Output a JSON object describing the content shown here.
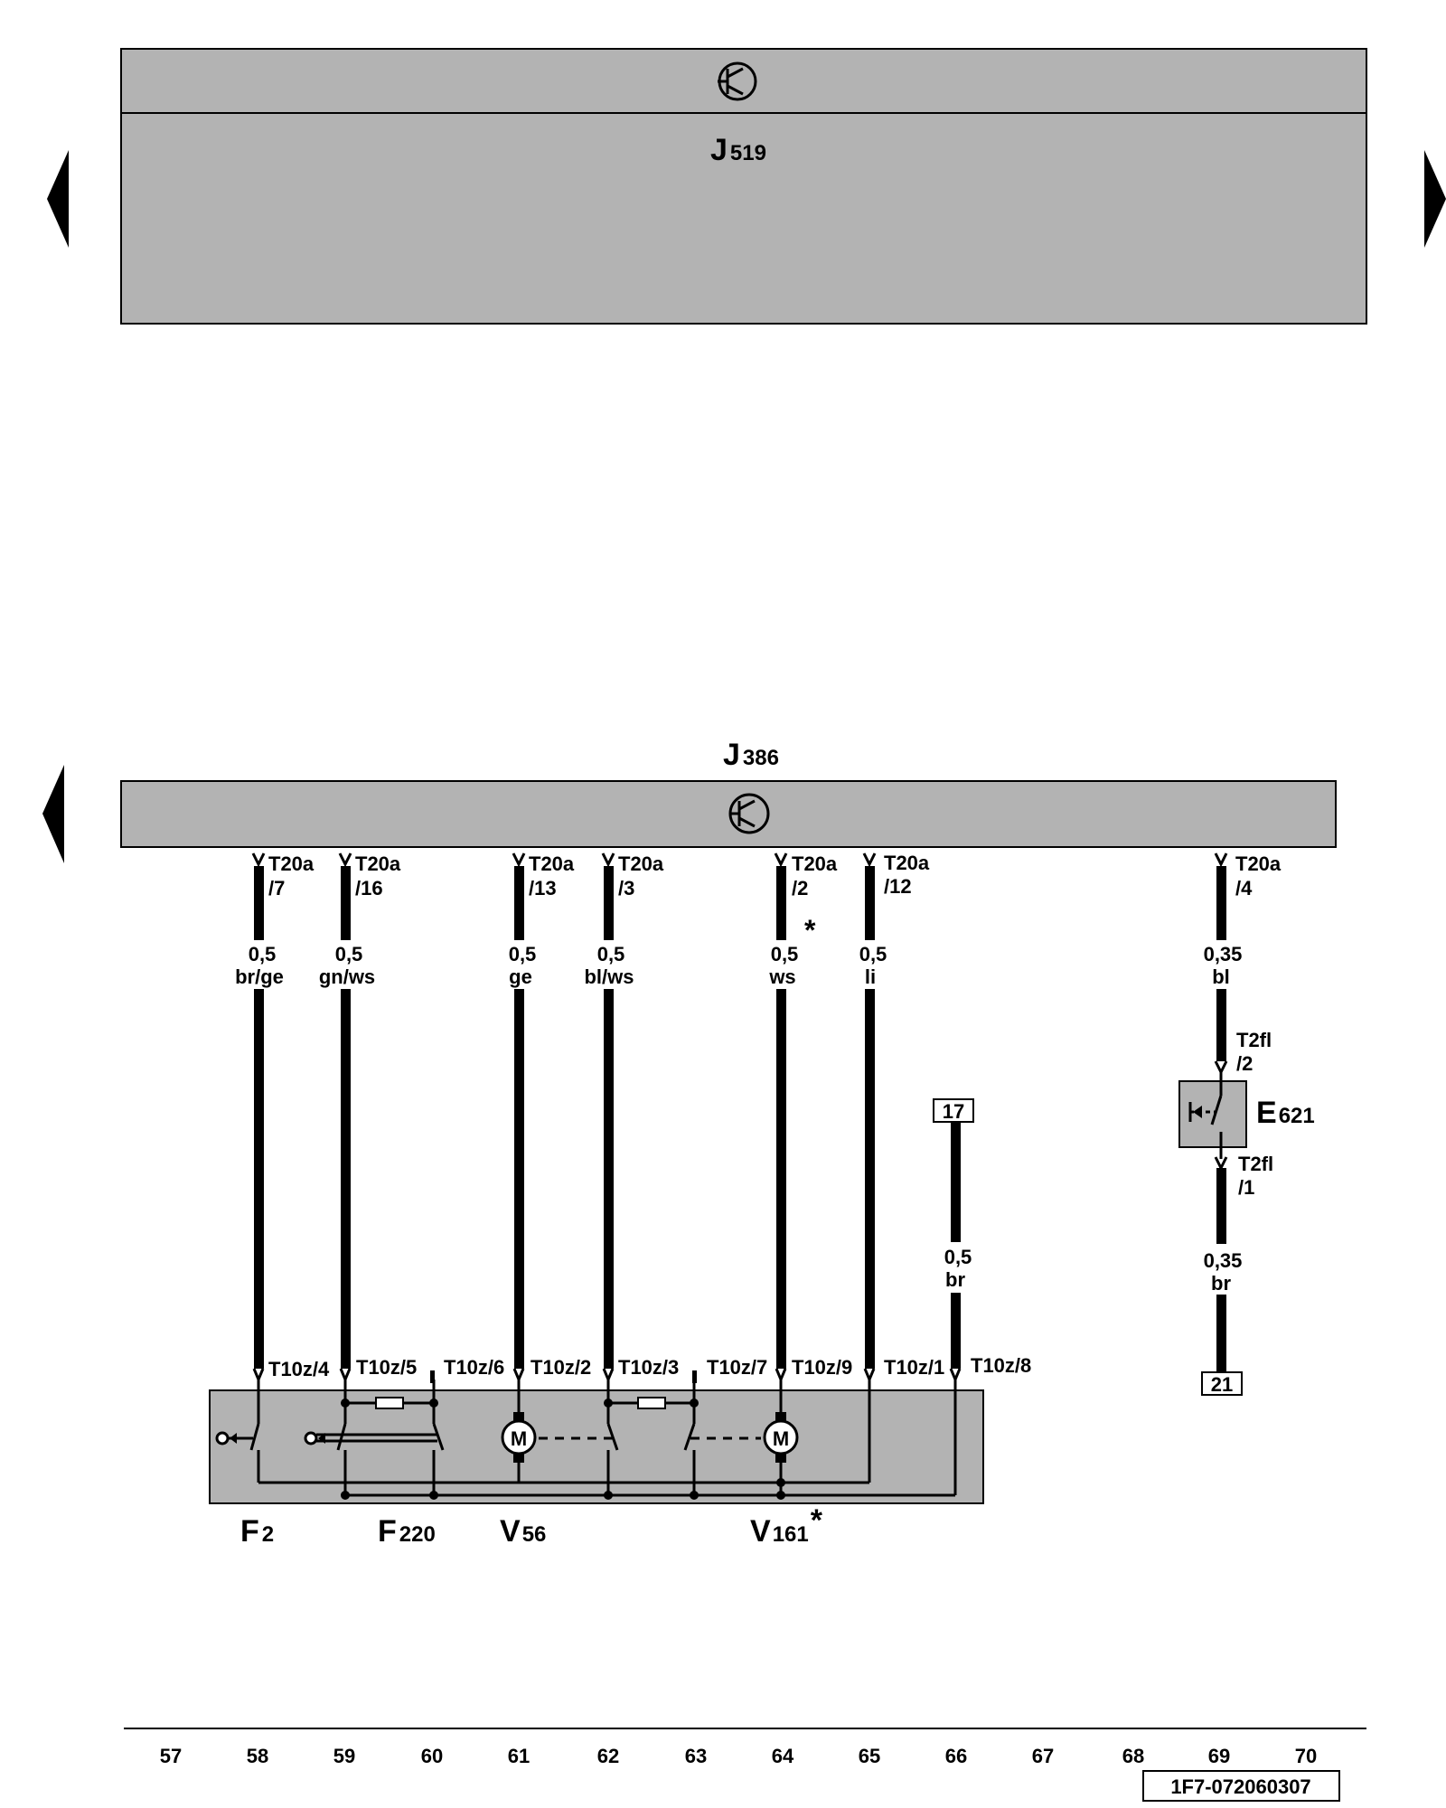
{
  "j519": {
    "name": "J",
    "sub": "519"
  },
  "j386": {
    "name": "J",
    "sub": "386"
  },
  "wires": [
    {
      "top_pin": [
        "T20a",
        "/7"
      ],
      "size": "0,5",
      "color": "br/ge"
    },
    {
      "top_pin": [
        "T20a",
        "/16"
      ],
      "size": "0,5",
      "color": "gn/ws"
    },
    {
      "top_pin": [
        "T20a",
        "/13"
      ],
      "size": "0,5",
      "color": "ge"
    },
    {
      "top_pin": [
        "T20a",
        "/3"
      ],
      "size": "0,5",
      "color": "bl/ws"
    },
    {
      "top_pin": [
        "T20a",
        "/2"
      ],
      "size": "0,5",
      "color": "ws",
      "marker": "*"
    },
    {
      "top_pin": [
        "T20a",
        "/12"
      ],
      "size": "0,5",
      "color": "li"
    },
    {
      "top_pin": [
        "T20a",
        "/4"
      ],
      "size": "0,35",
      "color": "bl"
    }
  ],
  "bottom_pins": [
    "T10z/4",
    "T10z/5",
    "T10z/6",
    "T10z/2",
    "T10z/3",
    "T10z/7",
    "T10z/9",
    "T10z/1",
    "T10z/8"
  ],
  "ref_17": {
    "box": "17",
    "size": "0,5",
    "color": "br"
  },
  "e621": {
    "name": "E",
    "sub": "621",
    "pin_top": [
      "T2fl",
      "/2"
    ],
    "pin_bottom": [
      "T2fl",
      "/1"
    ],
    "size": "0,35",
    "color": "br",
    "ref_box": "21"
  },
  "components": [
    {
      "name": "F",
      "sub": "2"
    },
    {
      "name": "F",
      "sub": "220"
    },
    {
      "name": "V",
      "sub": "56"
    },
    {
      "name": "V",
      "sub": "161",
      "marker": "*"
    }
  ],
  "motor_label": "M",
  "footer": {
    "numbers": [
      "57",
      "58",
      "59",
      "60",
      "61",
      "62",
      "63",
      "64",
      "65",
      "66",
      "67",
      "68",
      "69",
      "70"
    ],
    "doc_id": "1F7-072060307"
  },
  "colors": {
    "panel": "#b3b3b3",
    "line": "#000000"
  }
}
